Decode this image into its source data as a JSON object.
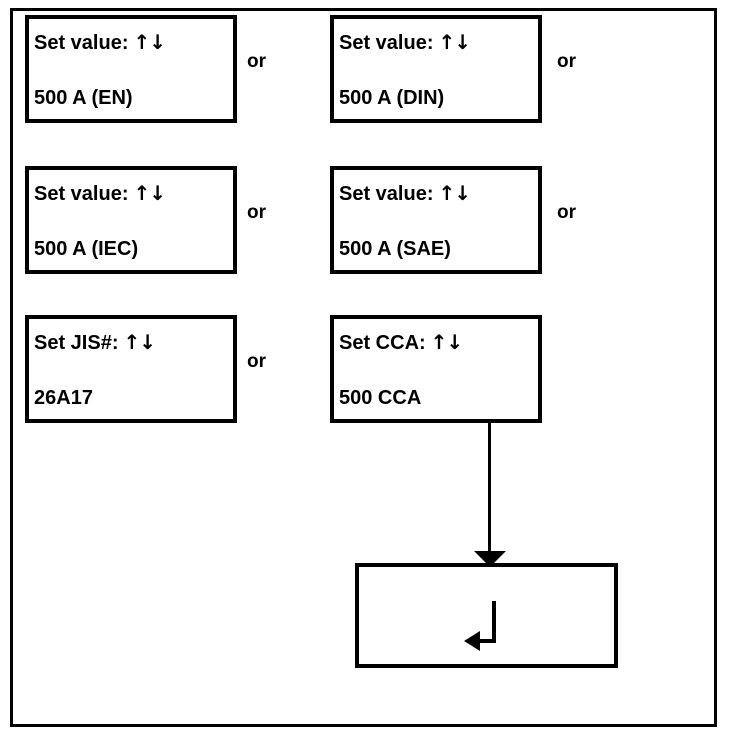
{
  "screens": [
    {
      "label": "Set value:",
      "arrows": "↑↓",
      "value": "500 A (EN)"
    },
    {
      "label": "Set value:",
      "arrows": "↑↓",
      "value": "500 A (DIN)"
    },
    {
      "label": "Set value:",
      "arrows": "↑↓",
      "value": "500 A (IEC)"
    },
    {
      "label": "Set value:",
      "arrows": "↑↓",
      "value": "500 A (SAE)"
    },
    {
      "label": "Set JIS#:",
      "arrows": "↑↓",
      "value": "26A17"
    },
    {
      "label": "Set CCA:",
      "arrows": "↑↓",
      "value": "500 CCA"
    }
  ],
  "or_labels": [
    "or",
    "or",
    "or",
    "or",
    "or"
  ],
  "icons": {
    "up_down": "up-down-arrows-icon",
    "connector": "down-arrow-icon",
    "enter": "return-enter-arrow-icon"
  },
  "colors": {
    "ink": "#000000",
    "background": "#ffffff"
  }
}
